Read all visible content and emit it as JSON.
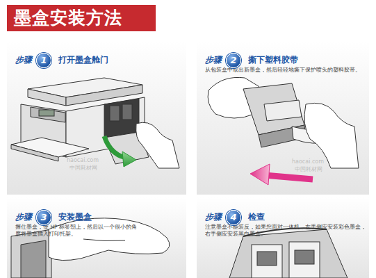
{
  "diagram": {
    "title": "墨盒安装方法",
    "nodes": [
      {
        "text": [
          "步骤",
          "打开墨盒舱门"
        ]
      },
      {
        "text": [
          "1"
        ],
        "in": 0
      },
      {
        "text": [
          "步骤",
          "撕下塑料胶带",
          "从包装盒中取出新墨盒，然后轻轻地撕下保护喷头的塑料胶带。"
        ]
      },
      {
        "text": [
          "2"
        ],
        "in": 2
      },
      {
        "text": [
          "步骤",
          "安装墨盒",
          "握住墨盒，使 HP 标签朝上，然后以一个很小的角度将墨盒插入打印托架。"
        ]
      },
      {
        "text": [
          "3"
        ],
        "in": 4
      },
      {
        "text": [
          "步骤",
          "检查",
          "注意墨盒不能装反，如果您面对一体机，左手侧应安装彩色墨盒，右手侧应安装黑白墨盒。"
        ]
      },
      {
        "text": [
          "4"
        ],
        "in": 6
      }
    ],
    "edges": [],
    "labels": [
      "haocai.com",
      "中国耗材网",
      "haocai.com",
      "中国耗材网"
    ]
  }
}
